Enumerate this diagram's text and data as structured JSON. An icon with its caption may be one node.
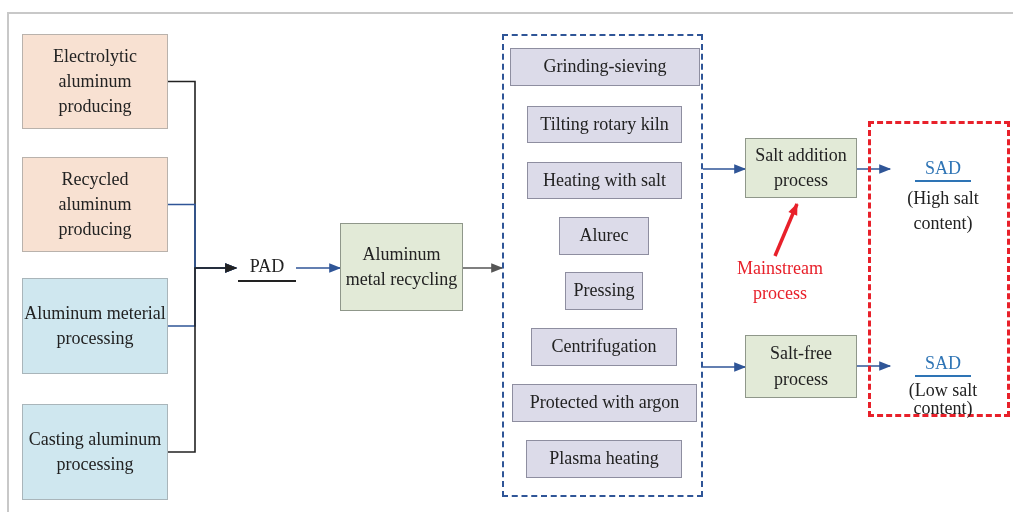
{
  "diagram": {
    "nodes": [
      {
        "text": [
          "Electrolytic aluminum producing"
        ]
      },
      {
        "text": [
          "Recycled aluminum producing"
        ]
      },
      {
        "text": [
          "Aluminum meterial processing"
        ]
      },
      {
        "text": [
          "Casting aluminum processing"
        ]
      },
      {
        "text": [
          "PAD"
        ]
      },
      {
        "text": [
          "Aluminum metal recycling"
        ]
      },
      {
        "text": [],
        "shape": "box"
      },
      {
        "text": [
          "Grinding-sieving"
        ],
        "in": 6
      },
      {
        "text": [
          "Tilting rotary kiln"
        ],
        "in": 6
      },
      {
        "text": [
          "Heating with salt"
        ],
        "in": 6
      },
      {
        "text": [
          "Alurec"
        ],
        "in": 6
      },
      {
        "text": [
          "Pressing"
        ],
        "in": 6
      },
      {
        "text": [
          "Centrifugation"
        ],
        "in": 6
      },
      {
        "text": [
          "Protected with argon"
        ],
        "in": 6
      },
      {
        "text": [
          "Plasma heating"
        ],
        "in": 6
      },
      {
        "text": [
          "Salt addition process"
        ]
      },
      {
        "text": [
          "Salt-free process"
        ]
      },
      {
        "text": [],
        "shape": "box"
      },
      {
        "text": [
          "SAD",
          "(High salt content)"
        ],
        "in": 17
      },
      {
        "text": [
          "SAD",
          "(Low salt content)"
        ],
        "in": 17
      },
      {
        "text": [
          "Mainstream process"
        ]
      }
    ],
    "edges": [
      {
        "from": 0,
        "to": 4,
        "arrow": "to",
        "color": "#222222"
      },
      {
        "from": 1,
        "to": 4,
        "arrow": "to"
      },
      {
        "from": 2,
        "to": 4,
        "arrow": "to"
      },
      {
        "from": 3,
        "to": 4,
        "arrow": "to",
        "color": "#222222"
      },
      {
        "from": 4,
        "to": 5,
        "arrow": "to"
      },
      {
        "from": 5,
        "to": 6,
        "arrow": "to",
        "color": "#555555"
      },
      {
        "from": 6,
        "to": 15,
        "arrow": "to"
      },
      {
        "from": 6,
        "to": 16,
        "arrow": "to"
      },
      {
        "from": 15,
        "to": 18,
        "arrow": "to"
      },
      {
        "from": 16,
        "to": 19,
        "arrow": "to"
      },
      {
        "from": 20,
        "to": 15,
        "arrow": "to",
        "style": "thick",
        "color": "#e8202a"
      }
    ]
  }
}
